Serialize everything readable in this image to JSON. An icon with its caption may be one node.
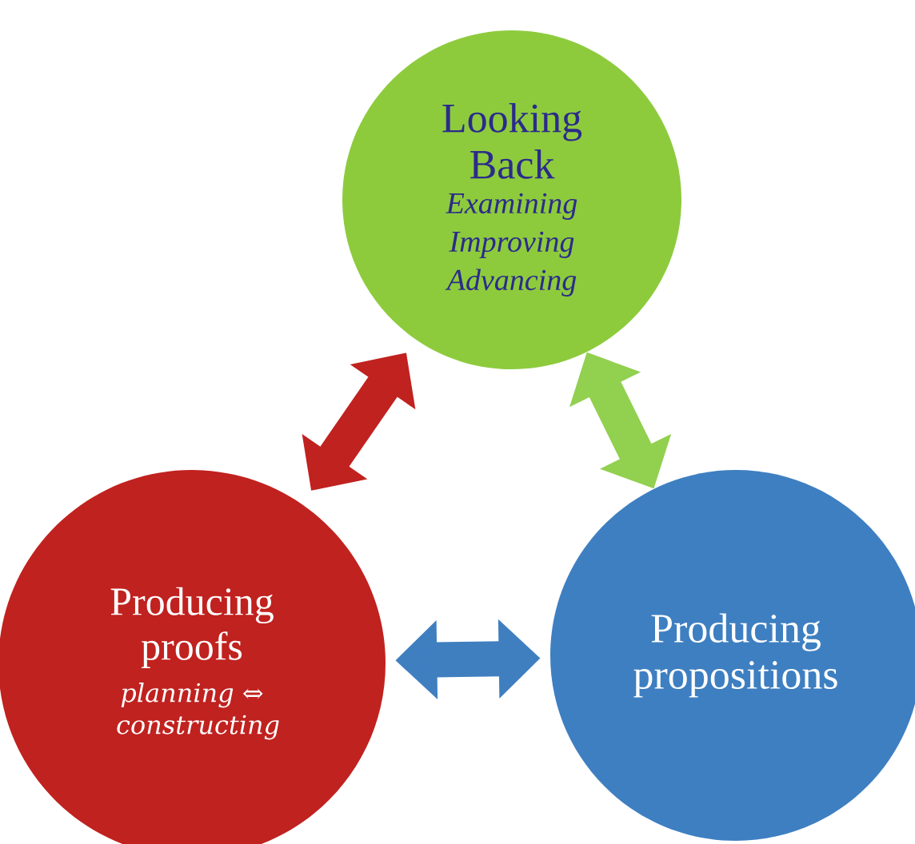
{
  "diagram": {
    "nodes": [
      {
        "text": [
          "Looking Back",
          "Examining Improving Advancing"
        ]
      },
      {
        "text": [
          "Producing proofs",
          "planning ⇔ constructing"
        ]
      },
      {
        "text": [
          "Producing propositions"
        ]
      }
    ],
    "edges": [
      {
        "from": 1,
        "to": 0,
        "arrow": "both",
        "color": "#c0221f"
      },
      {
        "from": 0,
        "to": 2,
        "arrow": "both",
        "color": "#92d050"
      },
      {
        "from": 1,
        "to": 2,
        "arrow": "both",
        "color": "#3f7fc0"
      }
    ]
  }
}
